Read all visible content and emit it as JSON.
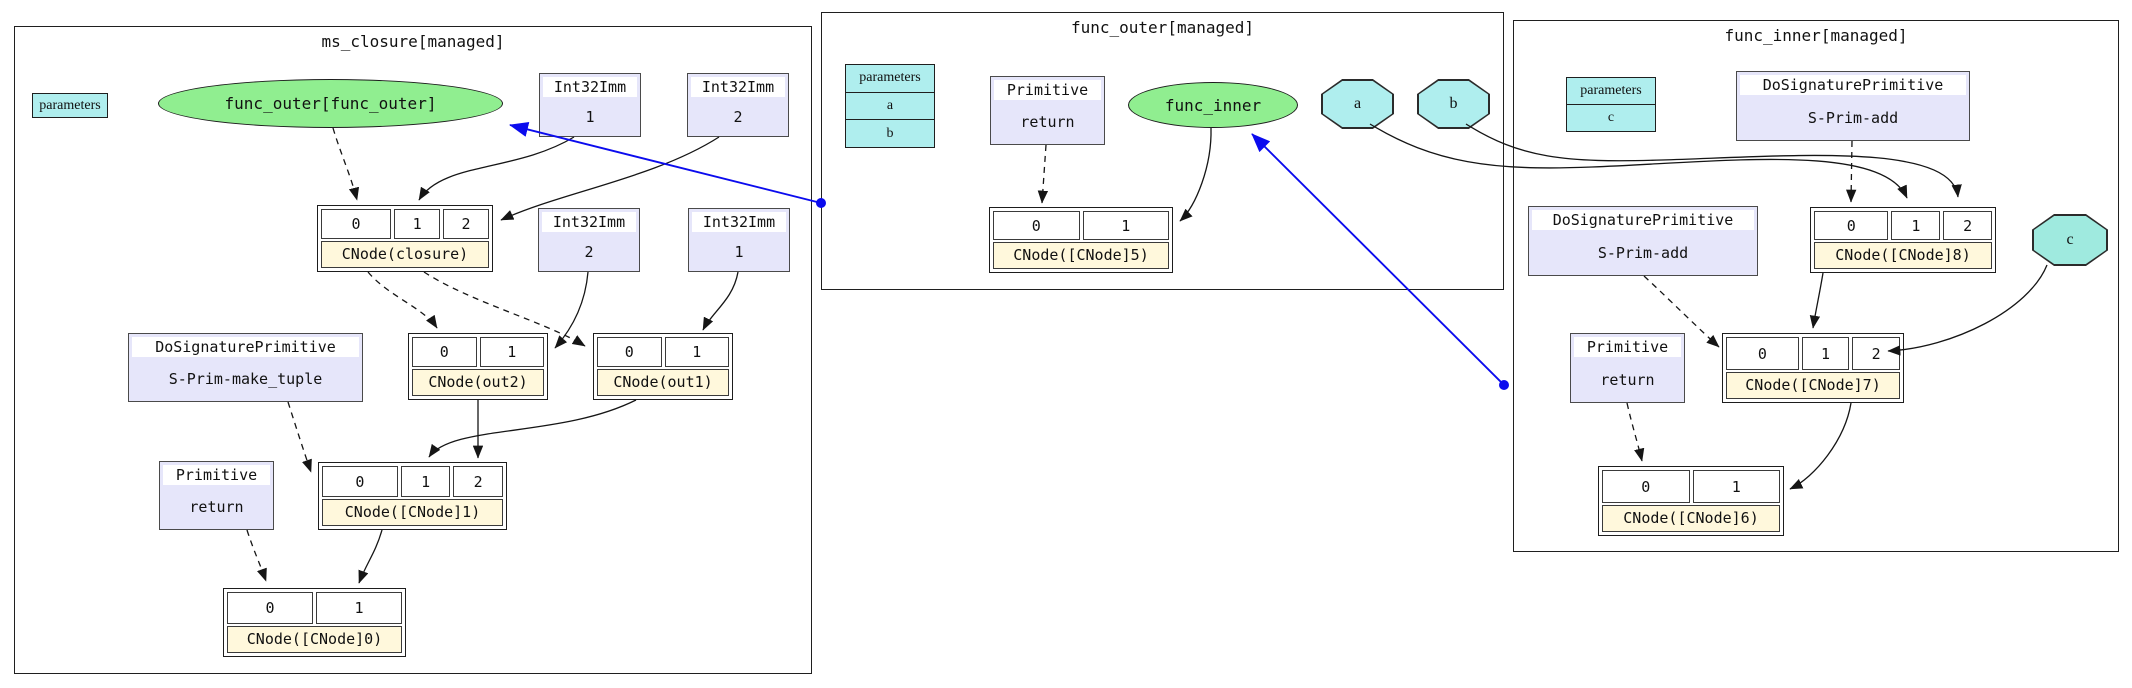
{
  "graph": {
    "clusters": {
      "ms_closure": {
        "title": "ms_closure[managed]"
      },
      "func_outer": {
        "title": "func_outer[managed]"
      },
      "func_inner": {
        "title": "func_inner[managed]"
      }
    },
    "ms_closure": {
      "parameters": {
        "header": "parameters"
      },
      "ellipse": "func_outer[func_outer]",
      "imm_1a": {
        "type": "Int32Imm",
        "value": "1"
      },
      "imm_2a": {
        "type": "Int32Imm",
        "value": "2"
      },
      "imm_2b": {
        "type": "Int32Imm",
        "value": "2"
      },
      "imm_1b": {
        "type": "Int32Imm",
        "value": "1"
      },
      "closure": {
        "cells": [
          "0",
          "1",
          "2"
        ],
        "label": "CNode(closure)"
      },
      "make_tuple": {
        "type": "DoSignaturePrimitive",
        "value": "S-Prim-make_tuple"
      },
      "out2": {
        "cells": [
          "0",
          "1"
        ],
        "label": "CNode(out2)"
      },
      "out1": {
        "cells": [
          "0",
          "1"
        ],
        "label": "CNode(out1)"
      },
      "ret": {
        "type": "Primitive",
        "value": "return"
      },
      "cnode1": {
        "cells": [
          "0",
          "1",
          "2"
        ],
        "label": "CNode([CNode]1)"
      },
      "cnode0": {
        "cells": [
          "0",
          "1"
        ],
        "label": "CNode([CNode]0)"
      }
    },
    "func_outer": {
      "parameters": {
        "header": "parameters",
        "rows": [
          "a",
          "b"
        ]
      },
      "ret": {
        "type": "Primitive",
        "value": "return"
      },
      "ellipse": "func_inner",
      "oct_a": "a",
      "oct_b": "b",
      "cnode5": {
        "cells": [
          "0",
          "1"
        ],
        "label": "CNode([CNode]5)"
      }
    },
    "func_inner": {
      "parameters": {
        "header": "parameters",
        "rows": [
          "c"
        ]
      },
      "add1": {
        "type": "DoSignaturePrimitive",
        "value": "S-Prim-add"
      },
      "add2": {
        "type": "DoSignaturePrimitive",
        "value": "S-Prim-add"
      },
      "cnode8": {
        "cells": [
          "0",
          "1",
          "2"
        ],
        "label": "CNode([CNode]8)"
      },
      "oct_c": "c",
      "ret": {
        "type": "Primitive",
        "value": "return"
      },
      "cnode7": {
        "cells": [
          "0",
          "1",
          "2"
        ],
        "label": "CNode([CNode]7)"
      },
      "cnode6": {
        "cells": [
          "0",
          "1"
        ],
        "label": "CNode([CNode]6)"
      }
    }
  },
  "colors": {
    "node_fill": "#E6E6FA",
    "node_header": "#FFFFFF",
    "record_label_fill": "#FFF8DC",
    "parameter_fill": "#AFEEEE",
    "octagon_c_fill": "#9FEADF",
    "function_ellipse_fill": "#90EE90",
    "closure_edge_blue": "#0B0BEE",
    "edge_black": "#151515"
  }
}
